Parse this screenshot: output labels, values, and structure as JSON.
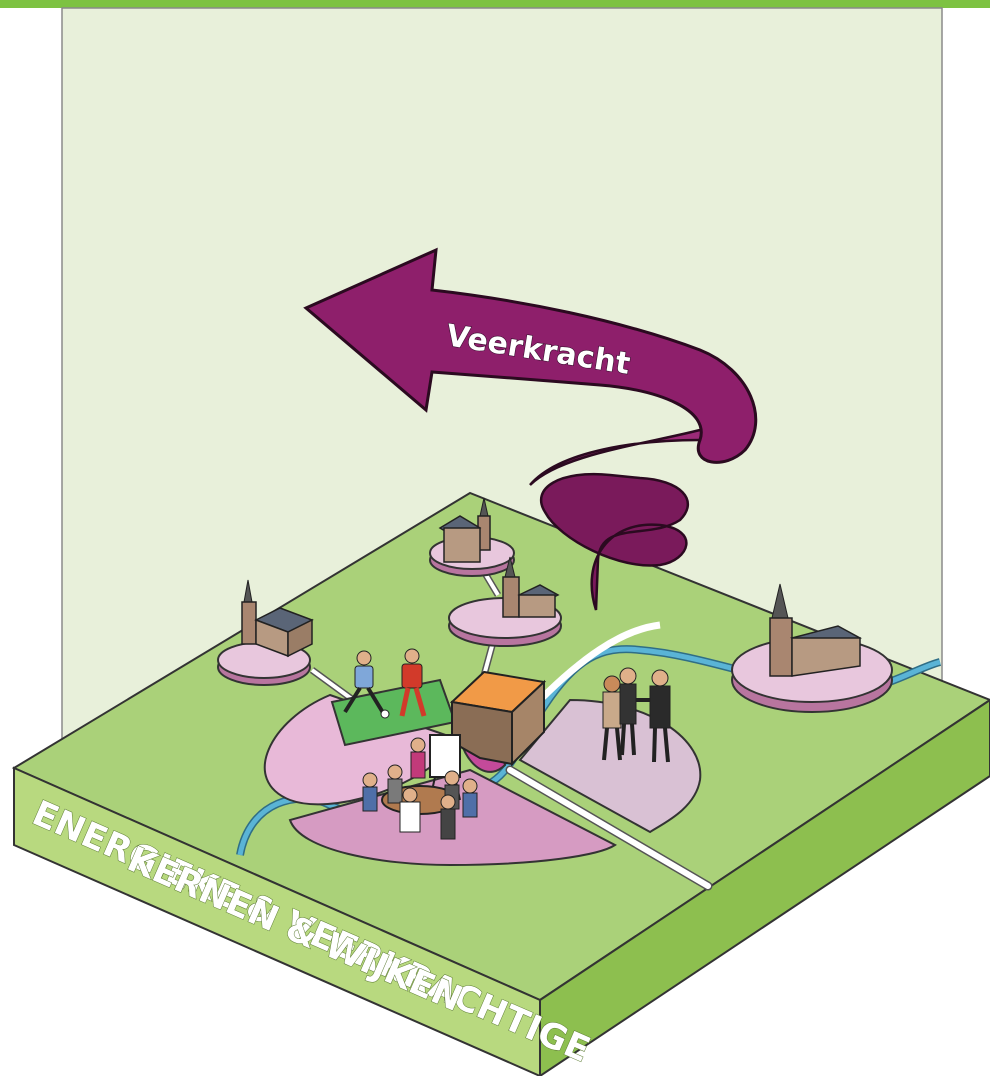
{
  "arrow": {
    "label": "Veerkracht"
  },
  "block": {
    "line1": "ENERGIEKE & VEERKRACHTIGE",
    "line2": "KERNEN & WIJKEN"
  },
  "colors": {
    "top_bar": "#7dc242",
    "backdrop": "#e8f0da",
    "grass_top": "#aad179",
    "block_side_front": "#b8d97f",
    "block_side_right": "#8dbf4f",
    "arrow": "#8e1f6b",
    "disc": "#e8b9d8",
    "river": "#5ab4d6"
  },
  "icons": [
    "church-icon",
    "house-icon",
    "football-players-icon",
    "meeting-group-icon",
    "handshake-icon",
    "flipchart-icon"
  ]
}
